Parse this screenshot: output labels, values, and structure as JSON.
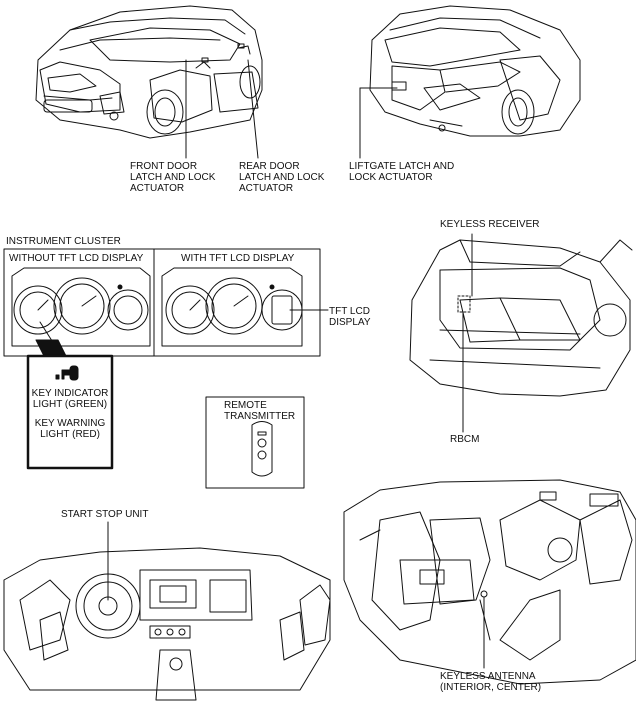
{
  "labels": {
    "front_door": [
      "FRONT DOOR",
      "LATCH AND LOCK",
      "ACTUATOR"
    ],
    "rear_door": [
      "REAR DOOR",
      "LATCH AND LOCK",
      "ACTUATOR"
    ],
    "liftgate": [
      "LIFTGATE LATCH AND",
      "LOCK ACTUATOR"
    ],
    "instrument_cluster": "INSTRUMENT CLUSTER",
    "without_tft": "WITHOUT TFT LCD DISPLAY",
    "with_tft": "WITH TFT LCD DISPLAY",
    "tft_lcd_display": [
      "TFT LCD",
      "DISPLAY"
    ],
    "key_indicator": [
      "KEY INDICATOR",
      "LIGHT (GREEN)"
    ],
    "key_warning": [
      "KEY WARNING",
      "LIGHT (RED)"
    ],
    "remote_transmitter": [
      "REMOTE",
      "TRANSMITTER"
    ],
    "keyless_receiver": "KEYLESS RECEIVER",
    "rbcm": "RBCM",
    "start_stop_unit": "START STOP UNIT",
    "keyless_antenna": [
      "KEYLESS ANTENNA",
      "(INTERIOR, CENTER)"
    ]
  },
  "colors": {
    "line": "#111111",
    "background": "#ffffff"
  },
  "icons": [
    "key-icon"
  ]
}
